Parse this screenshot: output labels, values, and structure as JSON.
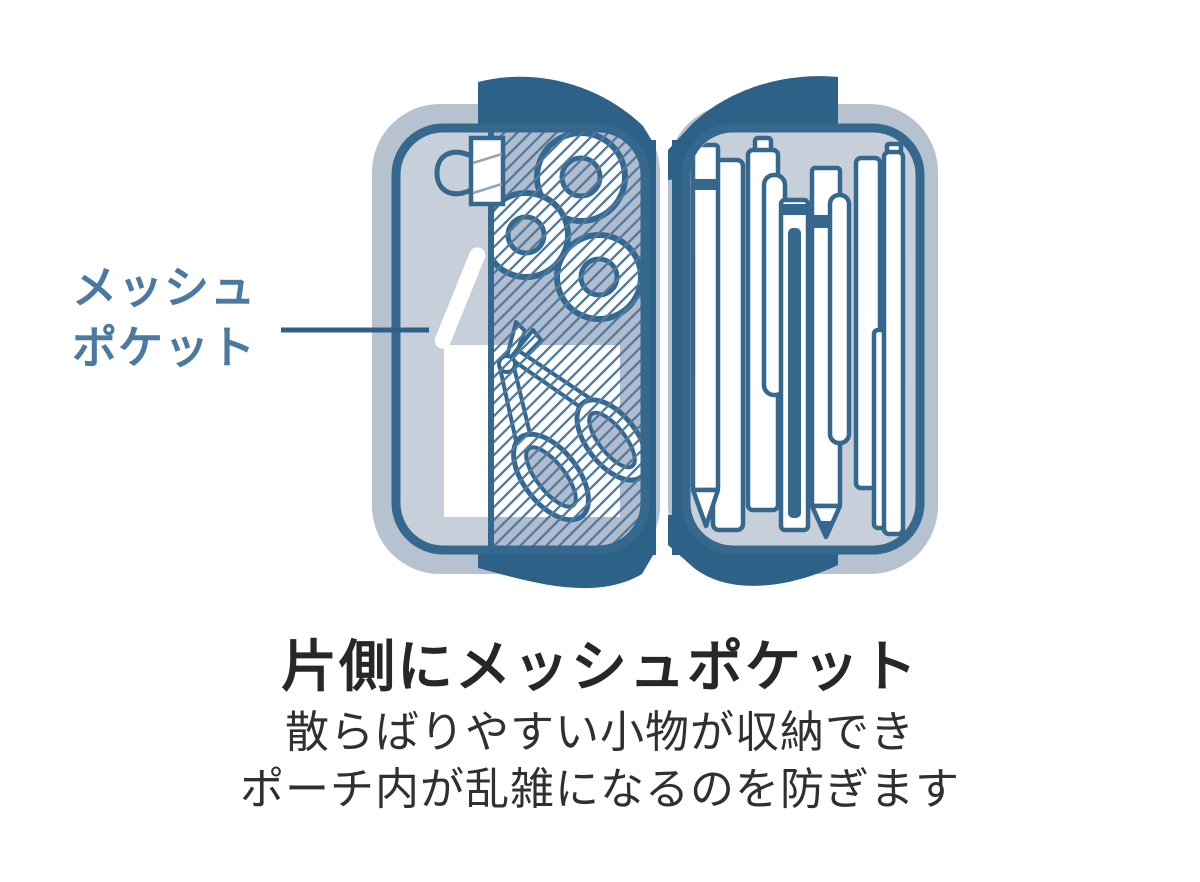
{
  "callout": {
    "line1": "メッシュ",
    "line2": "ポケット",
    "text_color": "#4a79a2",
    "line_color": "#2e6084"
  },
  "caption": {
    "title": "片側にメッシュポケット",
    "desc1": "散らばりやすい小物が収納でき",
    "desc2": "ポーチ内が乱雑になるのを防ぎます",
    "title_color": "#272727",
    "desc_color": "#303030"
  },
  "illustration": {
    "name": "open-pouch-with-mesh-pocket-and-stationery",
    "left_compartment_items": [
      "binder-clip",
      "tape-roll",
      "tape-roll",
      "tape-roll",
      "white-stick",
      "memo-pad",
      "scissors"
    ],
    "right_compartment_items": [
      "pens"
    ],
    "colors": {
      "pouch_body": "#b7c2d1",
      "pouch_inner": "#c6cfda",
      "outline": "#36688e",
      "zipper_fabric": "#2d6187",
      "mesh_background": "#b1bdcd",
      "mesh_hatch_line": "#4f7aa2",
      "item_fill": "#ffffff"
    }
  }
}
